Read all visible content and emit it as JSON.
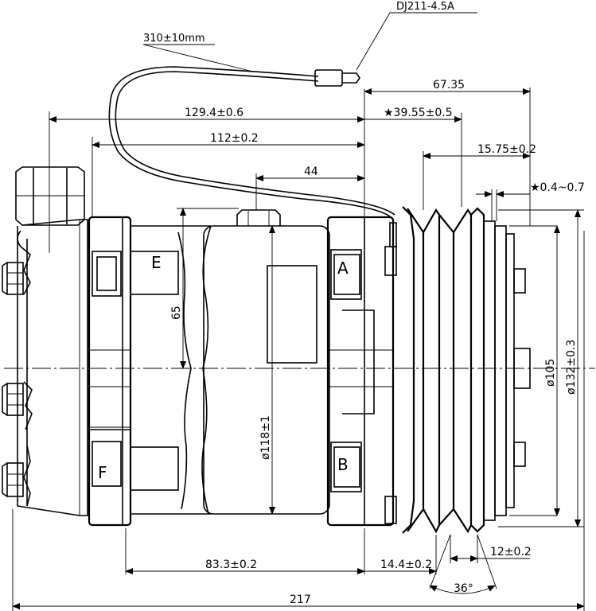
{
  "drawing": {
    "connector_label": "DJ211-4.5A",
    "cable_length": "310±10mm",
    "dimensions": {
      "overall_length": "217",
      "front_to_clutch_face": "129.4±0.6",
      "mount_to_clutch_face": "112±0.2",
      "clutch_depth": "67.35",
      "pulley_groove_offset": "★39.55±0.5",
      "pulley_groove_offset_2": "15.75±0.2",
      "air_gap": "★0.4~0.7",
      "top_port_offset": "44",
      "mount_height": "65",
      "body_diameter": "ø118±1",
      "pulley_diameter": "ø105",
      "pulley_outer_diameter": "ø132±0.3",
      "mount_span": "83.3±0.2",
      "groove_offset": "14.4±0.2",
      "belt_width": "12±0.2",
      "groove_angle": "36°"
    },
    "ports": {
      "E": "E",
      "F": "F",
      "A": "A",
      "B": "B"
    }
  }
}
